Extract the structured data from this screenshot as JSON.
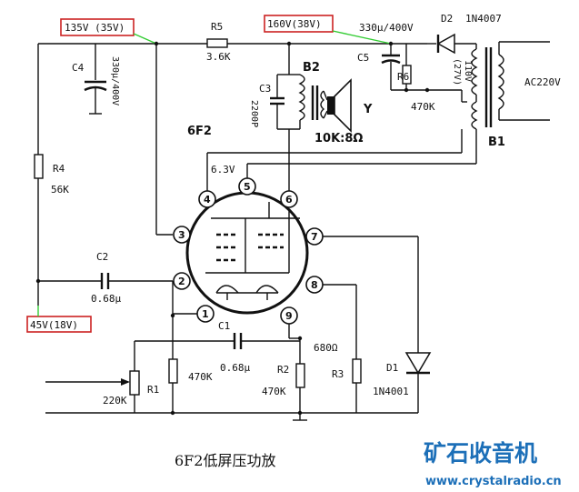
{
  "title": "6F2低屏压功放",
  "voltages": {
    "v135": "135V (35V)",
    "v160": "160V(38V)",
    "v45": "45V(18V)"
  },
  "components": {
    "r5": "R5",
    "r5_val": "3.6K",
    "c4": "C4",
    "c4_val": "330μ/400V",
    "c5_val_top": "330μ/400V",
    "c5": "C5",
    "d2": "D2",
    "d2_type": "1N4007",
    "r6": "R6",
    "r6_val": "470K",
    "v110": "110V",
    "v27": "(27V)",
    "ac": "AC220V",
    "b1": "B1",
    "b2": "B2",
    "c3": "C3",
    "c3_val": "2200P",
    "spk": "Y",
    "imp": "10K:8Ω",
    "tube": "6F2",
    "heater": "6.3V",
    "r4": "R4",
    "r4_val": "56K",
    "c2": "C2",
    "c2_val": "0.68μ",
    "c1": "C1",
    "c1_val": "0.68μ",
    "r1": "R1",
    "r1_val": "220K",
    "r1b_val": "470K",
    "r2": "R2",
    "r2_val": "470K",
    "r3": "R3",
    "r3_val": "680Ω",
    "d1": "D1",
    "d1_type": "1N4001"
  },
  "pins": [
    "1",
    "2",
    "3",
    "4",
    "5",
    "6",
    "7",
    "8",
    "9"
  ],
  "watermark": {
    "logo": "矿石收音机",
    "url": "www.crystalradio.cn"
  },
  "colors": {
    "ink": "#111111",
    "highlight_box": "#cc2222",
    "highlight_wire": "#33cc33",
    "watermark": "#1c6fb8"
  }
}
